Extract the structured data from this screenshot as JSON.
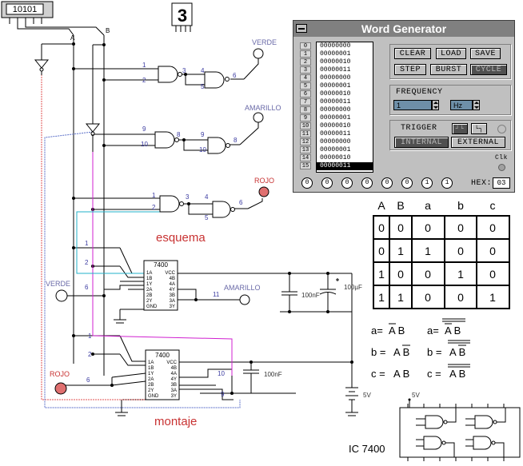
{
  "display": {
    "binary": "10101",
    "digit": "3"
  },
  "labels": {
    "verde": "VERDE",
    "amarillo": "AMARILLO",
    "rojo": "ROJO",
    "esquema": "esquema",
    "montaje": "montaje",
    "chip": "7400",
    "cap": "100nF",
    "cap2": "100µF",
    "v5": "5V",
    "v5b": "5V",
    "ic": "IC  7400",
    "nA": "A",
    "nB": "B",
    "p1": "1",
    "p2": "2",
    "p3": "3",
    "p4": "4",
    "p5": "5",
    "p6": "6",
    "p8": "8",
    "p9": "9",
    "p10": "10",
    "p11": "11"
  },
  "chip_pins_left": [
    "1A",
    "1B",
    "1Y",
    "2A",
    "2B",
    "2Y",
    "GND"
  ],
  "chip_pins_right": [
    "VCC",
    "4B",
    "4A",
    "4Y",
    "3B",
    "3A",
    "3Y"
  ],
  "word_generator": {
    "title": "Word Generator",
    "words": [
      "00000000",
      "00000001",
      "00000010",
      "00000011",
      "00000000",
      "00000001",
      "00000010",
      "00000011",
      "00000000",
      "00000001",
      "00000010",
      "00000011",
      "00000000",
      "00000001",
      "00000010",
      "00000011"
    ],
    "indices": [
      "0",
      "1",
      "2",
      "3",
      "4",
      "5",
      "6",
      "7",
      "8",
      "9",
      "10",
      "11",
      "12",
      "13",
      "14",
      "15"
    ],
    "buttons": {
      "clear": "CLEAR",
      "load": "LOAD",
      "save": "SAVE",
      "step": "STEP",
      "burst": "BURST",
      "cycle": "CYCLE"
    },
    "frequency_label": "FREQUENCY",
    "frequency_value": "1",
    "frequency_unit": "Hz",
    "trigger_label": "TRIGGER",
    "internal": "INTERNAL",
    "external": "EXTERNAL",
    "clk": "Clk",
    "bits": [
      "0",
      "0",
      "0",
      "0",
      "0",
      "0",
      "1",
      "1"
    ],
    "hex_label": "HEX:",
    "hex_value": "03"
  },
  "truth_table": {
    "headers": [
      "A",
      "B",
      "a",
      "b",
      "c"
    ],
    "rows": [
      [
        "0",
        "0",
        "0",
        "0",
        "0"
      ],
      [
        "0",
        "1",
        "1",
        "0",
        "0"
      ],
      [
        "1",
        "0",
        "0",
        "1",
        "0"
      ],
      [
        "1",
        "1",
        "0",
        "0",
        "1"
      ]
    ]
  },
  "equations": {
    "a_eq": "a=",
    "b_eq": "b =",
    "c_eq": "c =",
    "a_rhs": "A B",
    "b_rhs": "A B",
    "c_rhs": "A B",
    "a2_eq": "a=",
    "b2_eq": "b =",
    "c2_eq": "c =",
    "a2_rhs": "A B",
    "b2_rhs": "A B",
    "c2_rhs": "A B"
  },
  "colors": {
    "wire": "#000000",
    "wire_red": "#e05050",
    "wire_blue": "#5a6ec8",
    "wire_magenta": "#d020d0",
    "wire_cyan": "#20b0c8",
    "led_red": "#e07070",
    "label_red": "#c83232",
    "label_blue": "#6a6aa8"
  }
}
